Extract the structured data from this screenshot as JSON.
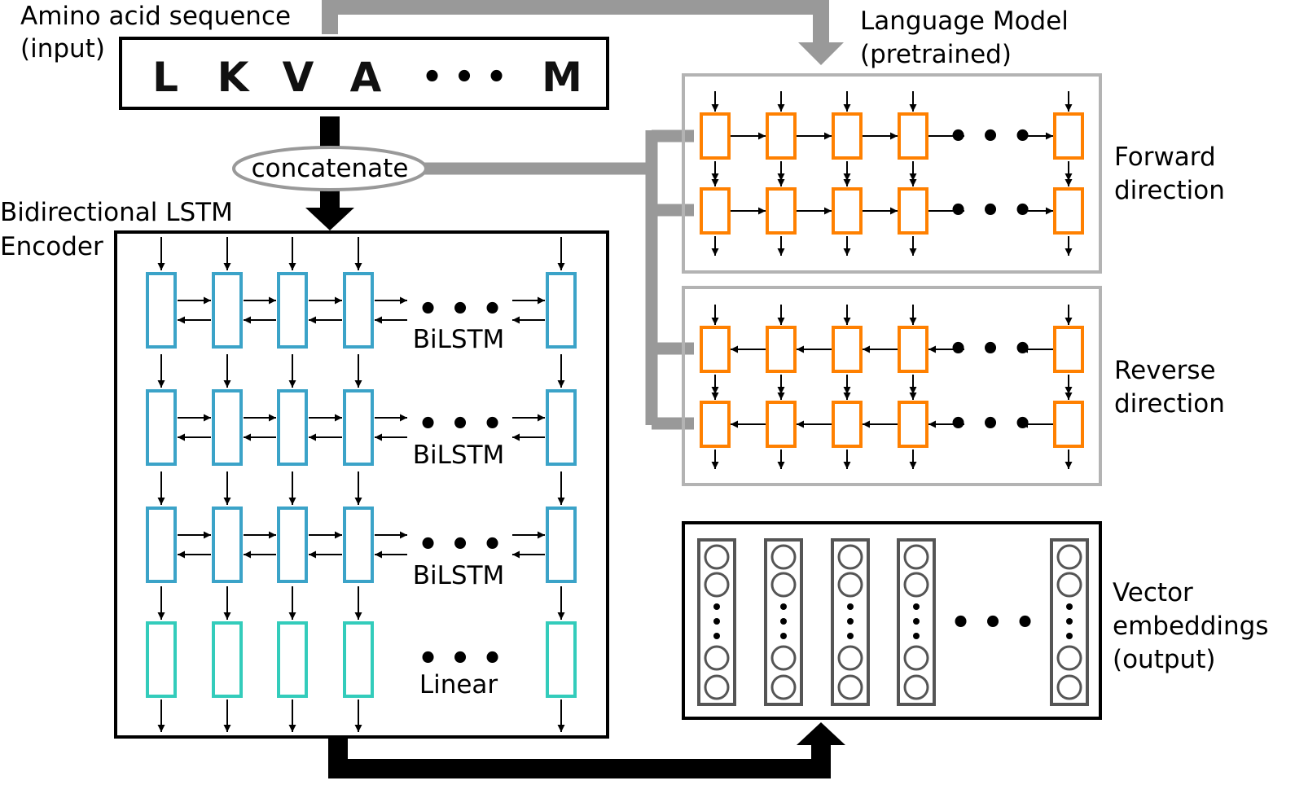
{
  "input": {
    "title_line1": "Amino acid sequence",
    "title_line2": "(input)",
    "letters": [
      "L",
      "K",
      "V",
      "A",
      "M"
    ],
    "ellipsis": "• • •"
  },
  "language_model": {
    "title_line1": "Language Model",
    "title_line2": "(pretrained)",
    "forward_label_line1": "Forward",
    "forward_label_line2": "direction",
    "reverse_label_line1": "Reverse",
    "reverse_label_line2": "direction",
    "ellipsis": "• • •"
  },
  "concat_label": "concatenate",
  "encoder": {
    "title_line1": "Bidirectional LSTM",
    "title_line2": "Encoder",
    "layers": [
      "BiLSTM",
      "BiLSTM",
      "BiLSTM"
    ],
    "linear_label": "Linear",
    "ellipsis": "• • •"
  },
  "output": {
    "title_line1": "Vector",
    "title_line2": "embeddings",
    "title_line3": "(output)",
    "ellipsis": "• • •"
  },
  "colors": {
    "lstm_cell": "#3ba3c8",
    "linear_cell": "#33ccbb",
    "lm_cell": "#ff8000",
    "gray_connector": "#999999",
    "lm_border": "#b3b3b3",
    "embedding_border": "#555555"
  }
}
